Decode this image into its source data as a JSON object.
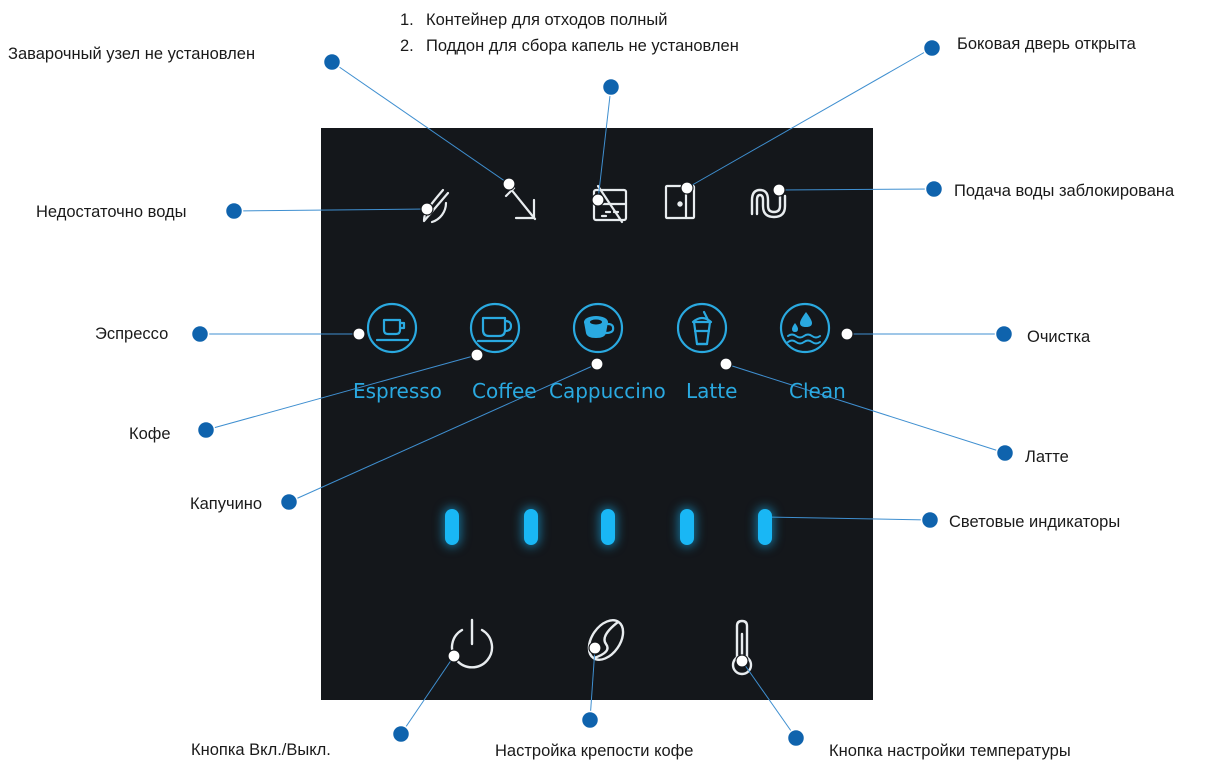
{
  "colors": {
    "panel": "#14171b",
    "accent": "#2aa9e0",
    "icon": "#e8ecef",
    "led": "#19b7f5",
    "callout_dot": "#0f63ad",
    "callout_line": "#3f8fd0"
  },
  "callouts": {
    "brew_unit": "Заварочный узел не установлен",
    "list": [
      {
        "num": "1.",
        "text": "Контейнер для отходов полный"
      },
      {
        "num": "2.",
        "text": "Поддон для сбора капель не установлен"
      }
    ],
    "side_door": "Боковая дверь открыта",
    "low_water": "Недостаточно воды",
    "water_blocked": "Подача воды заблокирована",
    "espresso": "Эспрессо",
    "clean": "Очистка",
    "coffee": "Кофе",
    "latte": "Латте",
    "cappuccino": "Капучино",
    "indicators": "Световые индикаторы",
    "power": "Кнопка Вкл./Выкл.",
    "strength": "Настройка крепости кофе",
    "temperature": "Кнопка настройки температуры"
  },
  "panel": {
    "buttons": [
      {
        "label": "Espresso",
        "icon": "espresso-cup-icon"
      },
      {
        "label": "Coffee",
        "icon": "coffee-cup-icon"
      },
      {
        "label": "Cappuccino",
        "icon": "cappuccino-cup-icon"
      },
      {
        "label": "Latte",
        "icon": "latte-glass-icon"
      },
      {
        "label": "Clean",
        "icon": "water-drop-waves-icon"
      }
    ],
    "status_icons": [
      "no-water-icon",
      "no-brew-unit-icon",
      "drip-tray-icon",
      "door-open-icon",
      "water-pipe-icon"
    ],
    "indicator_count": 5,
    "controls": [
      "power-icon",
      "coffee-bean-icon",
      "thermometer-icon"
    ]
  }
}
